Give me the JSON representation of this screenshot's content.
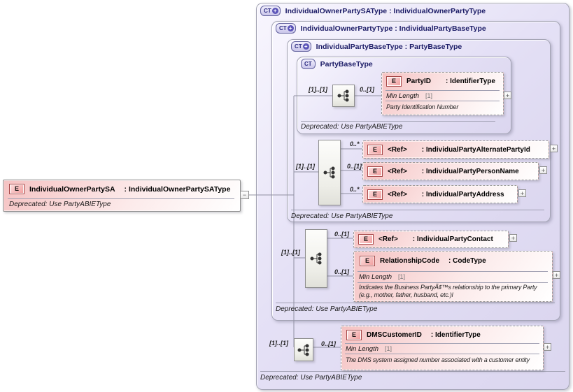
{
  "icons": {
    "element": "E",
    "complex": "CT",
    "plus": "+",
    "expand": "+",
    "collapse": "−"
  },
  "deprecated_note": "Deprecated: Use PartyABIEType",
  "root_element": {
    "name": "IndividualOwnerPartySA",
    "type": ": IndividualOwnerPartySAType"
  },
  "containers": {
    "sa_type": {
      "title": "IndividualOwnerPartySAType : IndividualOwnerPartyType"
    },
    "owner_type": {
      "title": "IndividualOwnerPartyType : IndividualPartyBaseType"
    },
    "base_type": {
      "title": "IndividualPartyBaseType : PartyBaseType"
    },
    "party_base": {
      "title": "PartyBaseType"
    }
  },
  "cardinality": {
    "seq1": "[1]..[1]",
    "seq2": "[1]..[1]",
    "seq3": "[1]..[1]",
    "seq4": "[1]..[1]",
    "party_id": "0..[1]",
    "alt_party_id": "0..*",
    "person_name": "0..[1]",
    "address": "0..*",
    "contact": "0..[1]",
    "relationship_code": "0..[1]",
    "dms_customer_id": "0..[1]"
  },
  "elements": {
    "party_id": {
      "name": "PartyID",
      "type": ": IdentifierType",
      "facet_label": "Min Length",
      "facet_value": "[1]",
      "annotation": "Party Identification Number"
    },
    "alt_party_id": {
      "name": "<Ref>",
      "type": ": IndividualPartyAlternatePartyId"
    },
    "person_name": {
      "name": "<Ref>",
      "type": ": IndividualPartyPersonName"
    },
    "address": {
      "name": "<Ref>",
      "type": ": IndividualPartyAddress"
    },
    "contact": {
      "name": "<Ref>",
      "type": ": IndividualPartyContact"
    },
    "relationship_code": {
      "name": "RelationshipCode",
      "type": ": CodeType",
      "facet_label": "Min Length",
      "facet_value": "[1]",
      "annotation_line1": "Indicates the Business PartyÃ¢™s relationship to the primary Party",
      "annotation_line2": "(e.g., mother, father, husband, etc.)l"
    },
    "dms_customer_id": {
      "name": "DMSCustomerID",
      "type": ": IdentifierType",
      "facet_label": "Min Length",
      "facet_value": "[1]",
      "annotation": "The DMS system assigned number associated with a customer entity"
    }
  },
  "colors": {
    "container_fill": "#e5e1f6",
    "element_fill": "#f5c2c2",
    "title_navy": "#1b1b66",
    "element_icon_border": "#a84848"
  }
}
